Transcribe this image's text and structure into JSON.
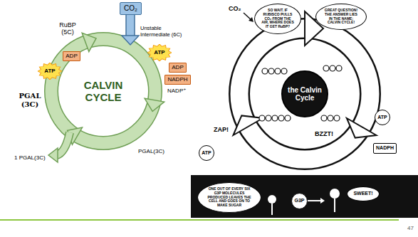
{
  "diagram": {
    "nodes": [
      {
        "text": [
          "CO₂"
        ]
      },
      {
        "text": [
          "ATP"
        ]
      },
      {
        "text": [
          "ADP"
        ]
      },
      {
        "text": [
          "ADP"
        ]
      },
      {
        "text": [
          "ATP"
        ]
      },
      {
        "text": [
          "NADPH"
        ]
      },
      {
        "text": [
          "SO WAIT. IF RUBISCO PULLS CO₂ FROM THE AIR, WHERE DOES IT GET RuBP?"
        ]
      },
      {
        "text": [
          "GREAT QUESTION! THE ANSWER LIES IN THE NAME: CALVIN CYCLE!"
        ]
      },
      {
        "text": [
          "the Calvin Cycle"
        ]
      },
      {
        "text": [
          "ATP"
        ]
      },
      {
        "text": [
          "ATP"
        ]
      },
      {
        "text": [
          "NADPH"
        ]
      },
      {
        "text": [
          "ONE OUT OF EVERY SIX G3P MOLECULES PRODUCED LEAVES THE CELL AND GOES ON TO MAKE SUGAR"
        ]
      },
      {
        "text": [
          "G3P"
        ]
      },
      {
        "text": [
          "SWEET!"
        ]
      }
    ],
    "labels": [
      "RuBP (5C)",
      "Unstable Intermediate (6C)",
      "CALVIN CYCLE",
      "NADP⁺",
      "PGAL (3C)",
      "PGAL(3C)",
      "1 PGAL(3C)",
      "CO₂",
      "ZAP!",
      "BZZT!",
      "47"
    ]
  }
}
